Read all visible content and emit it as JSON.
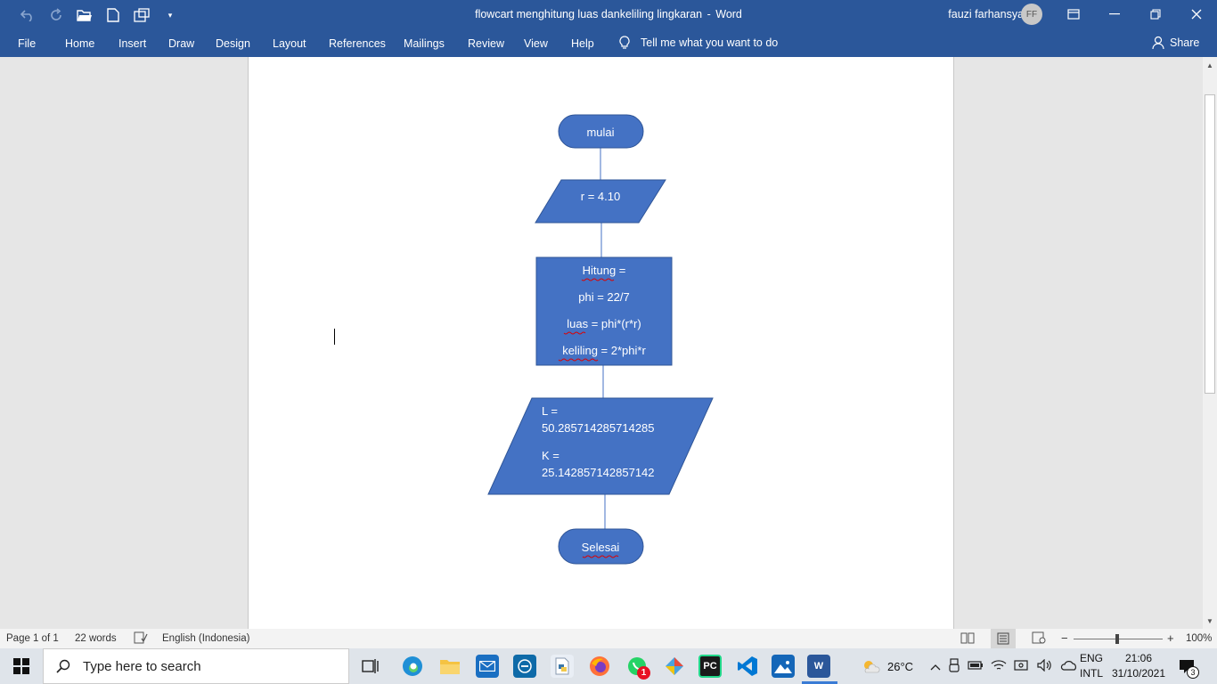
{
  "titlebar": {
    "document_name": "flowcart menghitung luas dankeliling lingkaran",
    "separator": "-",
    "app_name": "Word",
    "user_name": "fauzi farhansyah",
    "user_initials": "FF"
  },
  "ribbon": {
    "tabs": [
      "File",
      "Home",
      "Insert",
      "Draw",
      "Design",
      "Layout",
      "References",
      "Mailings",
      "Review",
      "View",
      "Help"
    ],
    "tell_me": "Tell me what you want to do",
    "share": "Share"
  },
  "flowchart": {
    "start": "mulai",
    "input": "r = 4.10",
    "process": [
      "Hitung =",
      "phi = 22/7",
      "luas = phi*(r*r)",
      "keliling = 2*phi*r"
    ],
    "output": [
      "L =",
      "50.285714285714285",
      "K =",
      "25.142857142857142"
    ],
    "end": "Selesai"
  },
  "statusbar": {
    "page": "Page 1 of 1",
    "words": "22 words",
    "language": "English (Indonesia)",
    "zoom": "100%",
    "zoom_minus": "−",
    "zoom_plus": "+"
  },
  "taskbar": {
    "search_placeholder": "Type here to search",
    "weather": "26°C",
    "lang_top": "ENG",
    "lang_bottom": "INTL",
    "time": "21:06",
    "date": "31/10/2021",
    "notification_count": "3",
    "whatsapp_badge": "1",
    "pycharm_label": "PC",
    "word_label": "W"
  },
  "colors": {
    "word_blue": "#2b579a",
    "shape_fill": "#4472c4",
    "shape_stroke": "#2f5597"
  }
}
